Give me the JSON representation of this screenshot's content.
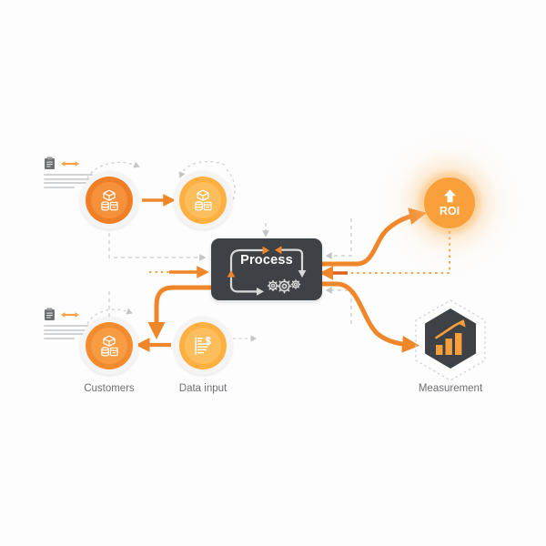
{
  "diagram": {
    "title_hidden": "",
    "background_color": "#fdfdfd",
    "palette": {
      "orange_primary": "#f0862a",
      "orange_mid": "#f79c43",
      "amber_light": "#fbb040",
      "dark_slate": "#3e4145",
      "gray_dashed": "#c9cbcc",
      "label_gray": "#6d6e71",
      "white": "#ffffff"
    }
  },
  "center": {
    "label": "Process",
    "icons": [
      "circular-arrows-icon",
      "gears-icon"
    ],
    "fill": "#3e4145"
  },
  "nodes": [
    {
      "id": "source-a",
      "label": "",
      "icon": "cube-database-icon",
      "fill": "#f07e26"
    },
    {
      "id": "source-b",
      "label": "",
      "icon": "cube-database-icon",
      "fill": "#fbb040"
    },
    {
      "id": "customers",
      "label": "Customers",
      "icon": "cube-database-icon",
      "fill": "#f28b2d"
    },
    {
      "id": "data-input",
      "label": "Data input",
      "icon": "invoice-dollar-icon",
      "fill": "#fbb040"
    },
    {
      "id": "roi",
      "label": "ROI",
      "icon": "up-arrow-icon",
      "fill": "#f9a03a"
    },
    {
      "id": "measurement",
      "label": "Measurement",
      "icon": "bar-chart-growth-icon",
      "fill": "#3e4145"
    }
  ],
  "info_blocks": [
    {
      "id": "info-top",
      "icon": "clipboard-icon",
      "arrow_icon": "left-right-arrow-icon",
      "text_lines": [
        "",
        "",
        "",
        ""
      ]
    },
    {
      "id": "info-bottom",
      "icon": "clipboard-icon",
      "arrow_icon": "left-right-arrow-icon",
      "text_lines": [
        "",
        "",
        "",
        ""
      ]
    }
  ],
  "connectors": [
    {
      "id": "source-a-to-source-b",
      "style": "solid-orange",
      "direction": "right"
    },
    {
      "id": "source-b-to-process",
      "style": "dashed-gray",
      "direction": "down"
    },
    {
      "id": "source-a-to-process",
      "style": "dashed-gray",
      "direction": "right"
    },
    {
      "id": "info-to-process",
      "style": "dotted-orange-solid",
      "direction": "right"
    },
    {
      "id": "process-to-roi",
      "style": "solid-orange-curve",
      "direction": "up-right"
    },
    {
      "id": "roi-to-process",
      "style": "dotted-orange",
      "direction": "left"
    },
    {
      "id": "process-to-measurement",
      "style": "solid-orange-curve",
      "direction": "down-right"
    },
    {
      "id": "measurement-to-process",
      "style": "dashed-gray",
      "direction": "left"
    },
    {
      "id": "process-to-data-input",
      "style": "solid-orange-curve",
      "direction": "down-left"
    },
    {
      "id": "data-input-to-customers",
      "style": "solid-orange",
      "direction": "left"
    },
    {
      "id": "customers-dashed-up",
      "style": "dashed-gray",
      "direction": "up"
    }
  ]
}
